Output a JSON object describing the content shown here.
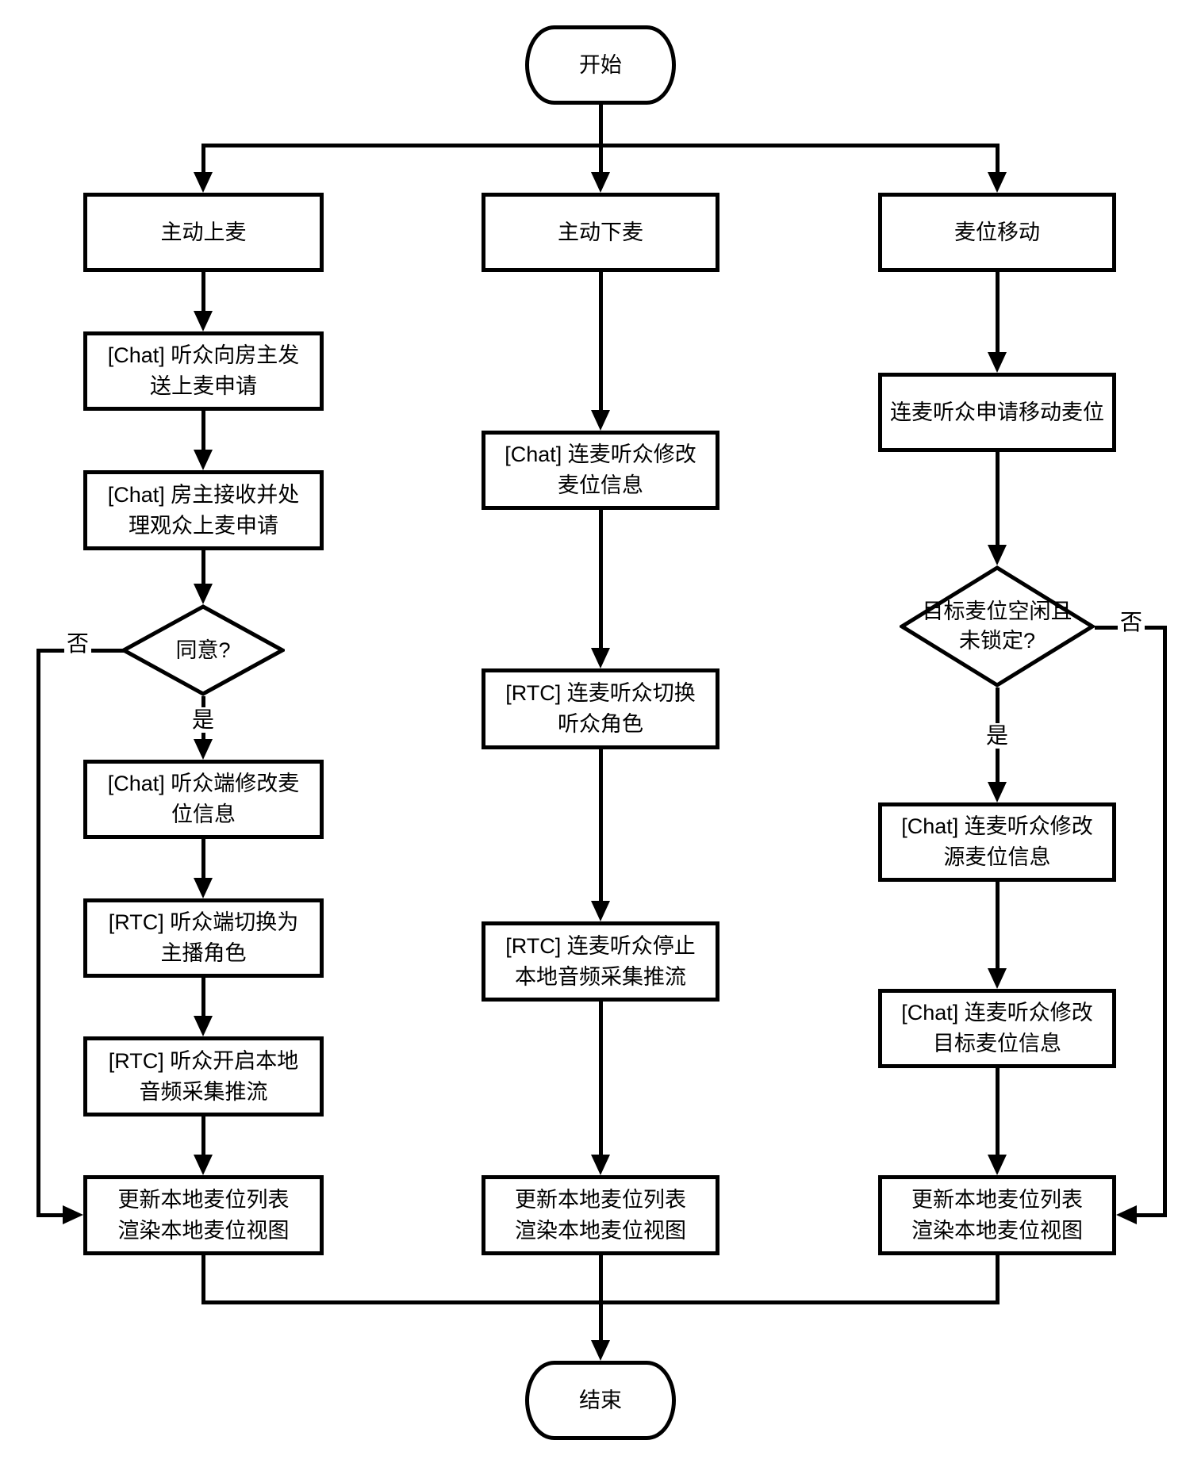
{
  "colors": {
    "line": "#000000",
    "background": "#ffffff",
    "text": "#000000"
  },
  "nodes": {
    "start": "开始",
    "end": "结束",
    "take_mic": {
      "header": "主动上麦",
      "request": "[Chat] 听众向房主发\n送上麦申请",
      "handle": "[Chat] 房主接收并处\n理观众上麦申请",
      "decision": "同意?",
      "yes": "是",
      "no": "否",
      "modify_seat": "[Chat] 听众端修改麦\n位信息",
      "switch_role": "[RTC] 听众端切换为\n主播角色",
      "start_push": "[RTC] 听众开启本地\n音频采集推流",
      "update": "更新本地麦位列表\n渲染本地麦位视图"
    },
    "leave_mic": {
      "header": "主动下麦",
      "modify_seat": "[Chat] 连麦听众修改\n麦位信息",
      "switch_role": "[RTC] 连麦听众切换\n听众角色",
      "stop_push": "[RTC] 连麦听众停止\n本地音频采集推流",
      "update": "更新本地麦位列表\n渲染本地麦位视图"
    },
    "move_seat": {
      "header": "麦位移动",
      "request": "连麦听众申请移动麦位",
      "decision": "目标麦位空闲且\n未锁定?",
      "yes": "是",
      "no": "否",
      "modify_source": "[Chat] 连麦听众修改\n源麦位信息",
      "modify_target": "[Chat] 连麦听众修改\n目标麦位信息",
      "update": "更新本地麦位列表\n渲染本地麦位视图"
    }
  }
}
